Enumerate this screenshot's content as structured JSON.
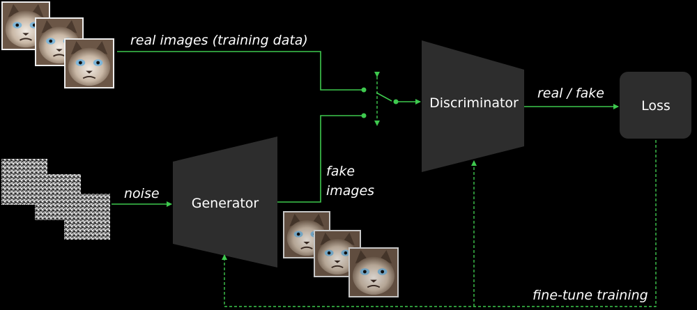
{
  "labels": {
    "real_images": "real images (training data)",
    "noise": "noise",
    "generator": "Generator",
    "fake_line1": "fake",
    "fake_line2": "images",
    "discriminator": "Discriminator",
    "real_fake": "real / fake",
    "loss": "Loss",
    "fine_tune": "fine-tune training"
  },
  "colors": {
    "background": "#000000",
    "block": "#2d2d2d",
    "arrow": "#3ec94e",
    "text": "#ffffff"
  },
  "images": {
    "real_cats": [
      "cat-photo",
      "cat-photo",
      "cat-photo"
    ],
    "noise_tiles": [
      "noise-tile",
      "noise-tile",
      "noise-tile"
    ],
    "fake_cats": [
      "generated-cat",
      "generated-cat",
      "generated-cat"
    ]
  }
}
